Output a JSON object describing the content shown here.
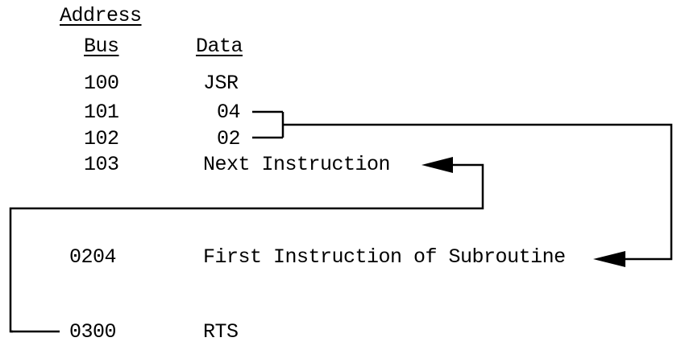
{
  "headers": {
    "address_line1": "Address",
    "address_line2": "Bus",
    "data": "Data"
  },
  "rows": [
    {
      "address": "100",
      "data": "JSR"
    },
    {
      "address": "101",
      "data": "04"
    },
    {
      "address": "102",
      "data": "02"
    },
    {
      "address": "103",
      "data": "Next Instruction"
    },
    {
      "address": "0204",
      "data": "First Instruction of Subroutine"
    },
    {
      "address": "0300",
      "data": "RTS"
    }
  ],
  "colors": {
    "ink": "#000000",
    "background": "#ffffff"
  }
}
